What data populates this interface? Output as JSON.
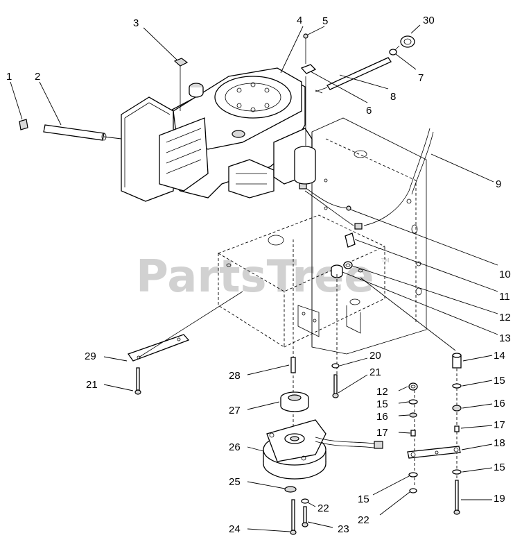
{
  "watermark": {
    "text": "PartsTree",
    "trademark": "TM"
  },
  "callouts": {
    "c1": "1",
    "c2": "2",
    "c3": "3",
    "c4": "4",
    "c5": "5",
    "c6": "6",
    "c7": "7",
    "c8": "8",
    "c9": "9",
    "c10": "10",
    "c11": "11",
    "c12": "12",
    "c13": "13",
    "c14": "14",
    "c15": "15",
    "c16": "16",
    "c17": "17",
    "c18": "18",
    "c19": "19",
    "c20": "20",
    "c21": "21",
    "c22": "22",
    "c23": "23",
    "c24": "24",
    "c25": "25",
    "c26": "26",
    "c27": "27",
    "c28": "28",
    "c29": "29",
    "c30": "30",
    "c12b": "12",
    "c15b": "15",
    "c15c": "15",
    "c15d": "15",
    "c16b": "16",
    "c17b": "17",
    "c21b": "21",
    "c22b": "22"
  }
}
